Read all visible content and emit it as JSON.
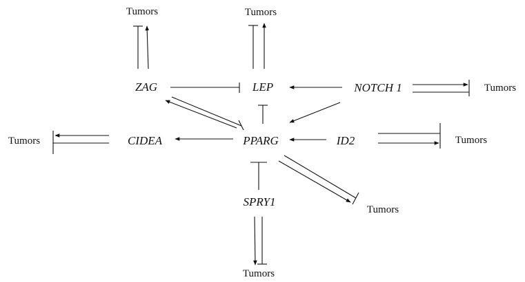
{
  "diagram": {
    "nodes": {
      "zag": "ZAG",
      "lep": "LEP",
      "notch1": "NOTCH 1",
      "cidea": "CIDEA",
      "pparg": "PPARG",
      "id2": "ID2",
      "spry1": "SPRY1"
    },
    "tumors": {
      "zag_top": "Tumors",
      "lep_top": "Tumors",
      "notch_right": "Tumors",
      "cidea_left": "Tumors",
      "id2_right": "Tumors",
      "pparg_lower_right": "Tumors",
      "spry1_bottom": "Tumors"
    },
    "relations": [
      {
        "from": "ZAG",
        "to": "Tumors",
        "type": "inhibits"
      },
      {
        "from": "ZAG",
        "to": "Tumors",
        "type": "activates"
      },
      {
        "from": "LEP",
        "to": "Tumors",
        "type": "inhibits"
      },
      {
        "from": "LEP",
        "to": "Tumors",
        "type": "activates"
      },
      {
        "from": "ZAG",
        "to": "LEP",
        "type": "inhibits"
      },
      {
        "from": "NOTCH 1",
        "to": "LEP",
        "type": "activates"
      },
      {
        "from": "NOTCH 1",
        "to": "Tumors",
        "type": "activates"
      },
      {
        "from": "NOTCH 1",
        "to": "Tumors",
        "type": "inhibits"
      },
      {
        "from": "NOTCH 1",
        "to": "PPARG",
        "type": "activates"
      },
      {
        "from": "ZAG",
        "to": "PPARG",
        "type": "inhibits"
      },
      {
        "from": "PPARG",
        "to": "ZAG",
        "type": "activates"
      },
      {
        "from": "PPARG",
        "to": "LEP",
        "type": "inhibits"
      },
      {
        "from": "PPARG",
        "to": "CIDEA",
        "type": "activates"
      },
      {
        "from": "CIDEA",
        "to": "Tumors",
        "type": "activates"
      },
      {
        "from": "CIDEA",
        "to": "Tumors",
        "type": "inhibits"
      },
      {
        "from": "ID2",
        "to": "PPARG",
        "type": "activates"
      },
      {
        "from": "ID2",
        "to": "Tumors",
        "type": "inhibits"
      },
      {
        "from": "ID2",
        "to": "Tumors",
        "type": "activates"
      },
      {
        "from": "SPRY1",
        "to": "PPARG",
        "type": "inhibits"
      },
      {
        "from": "PPARG",
        "to": "Tumors",
        "type": "activates"
      },
      {
        "from": "PPARG",
        "to": "Tumors",
        "type": "inhibits"
      },
      {
        "from": "SPRY1",
        "to": "Tumors",
        "type": "activates"
      },
      {
        "from": "SPRY1",
        "to": "Tumors",
        "type": "inhibits"
      }
    ]
  }
}
